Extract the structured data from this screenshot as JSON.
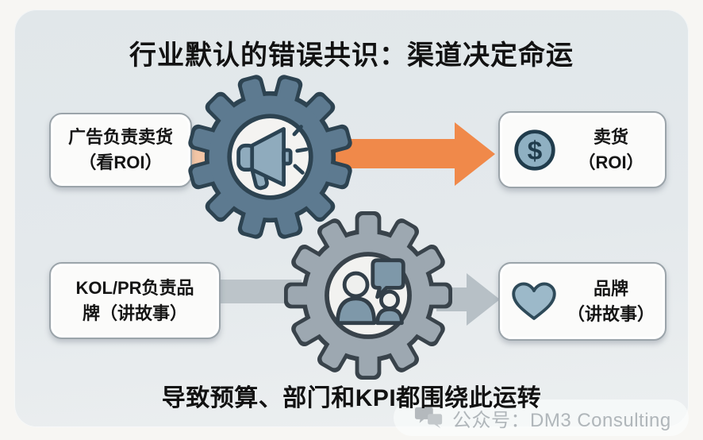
{
  "title": "行业默认的错误共识：渠道决定命运",
  "flows": {
    "top": {
      "source_line1": "广告负责卖货",
      "source_line2": "（看ROI）",
      "target_line1": "卖货",
      "target_line2": "（ROI）",
      "gear_icon": "megaphone-icon",
      "target_icon": "dollar-coin-icon"
    },
    "bottom": {
      "source_line1": "KOL/PR负责品",
      "source_line2": "牌（讲故事）",
      "target_line1": "品牌",
      "target_line2": "（讲故事）",
      "gear_icon": "people-chat-icon",
      "target_icon": "heart-icon"
    }
  },
  "footer": "导致预算、部门和KPI都围绕此运转",
  "watermark": {
    "text": "公众号：DM3 Consulting",
    "icon": "chat-bubbles-icon"
  },
  "coin_symbol": "$",
  "colors": {
    "top_gear": "#5d7a90",
    "top_gear_outline": "#2d4351",
    "bottom_gear": "#9da8b1",
    "bottom_gear_outline": "#39434b",
    "orange_arrow": "#f0894a",
    "peach_connector": "#f4c6a6",
    "gray_arrow": "#b7c0c6",
    "gray_connector": "#bcc4c9",
    "coin_fill": "#8fb0c2",
    "heart_fill": "#9cb9c9",
    "card_background": "#e4e9ec"
  }
}
